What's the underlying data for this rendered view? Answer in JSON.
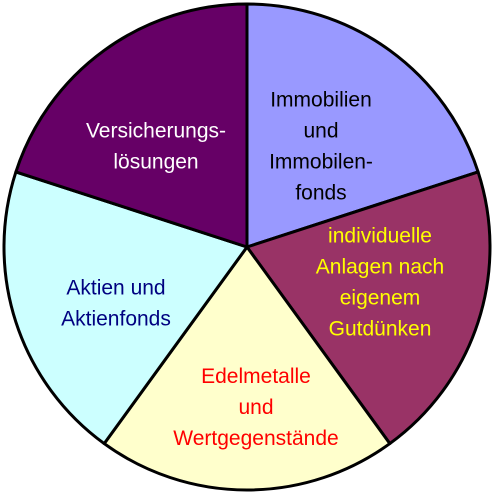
{
  "chart_data": {
    "type": "pie",
    "title": "",
    "slices": [
      {
        "label_lines": [
          "Immobilien",
          "und",
          "Immobilen-",
          "fonds"
        ],
        "value": 20,
        "color": "#9999ff",
        "label_color": "#000000"
      },
      {
        "label_lines": [
          "individuelle",
          "Anlagen nach",
          "eigenem",
          "Gutdünken"
        ],
        "value": 20,
        "color": "#993366",
        "label_color": "#ffff00"
      },
      {
        "label_lines": [
          "Edelmetalle",
          "und",
          "Wertgegenstände"
        ],
        "value": 20,
        "color": "#ffffcc",
        "label_color": "#ff0000"
      },
      {
        "label_lines": [
          "Aktien und",
          "Aktienfonds"
        ],
        "value": 20,
        "color": "#ccffff",
        "label_color": "#000080"
      },
      {
        "label_lines": [
          "Versicherungs-",
          "lösungen"
        ],
        "value": 20,
        "color": "#660066",
        "label_color": "#ffffff"
      }
    ]
  }
}
